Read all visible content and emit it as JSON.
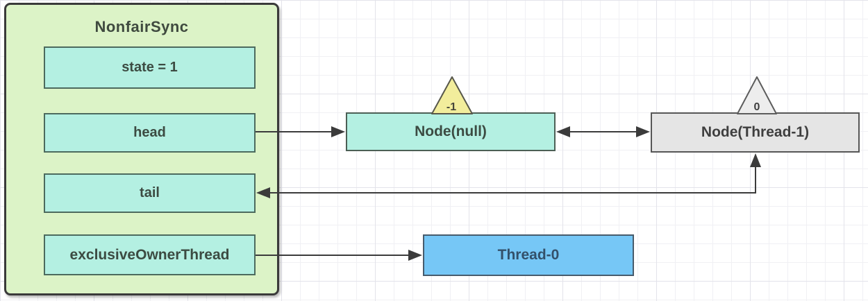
{
  "diagram": {
    "title_hint": "ReentrantLock AQS structure",
    "sync_panel": {
      "title": "NonfairSync",
      "fields": [
        {
          "id": "state",
          "label": "state = 1"
        },
        {
          "id": "head",
          "label": "head"
        },
        {
          "id": "tail",
          "label": "tail"
        },
        {
          "id": "exclusiveOwnerThread",
          "label": "exclusiveOwnerThread"
        }
      ]
    },
    "queue_nodes": [
      {
        "label": "Node(null)",
        "wait_status": "-1"
      },
      {
        "label": "Node(Thread-1)",
        "wait_status": "0"
      }
    ],
    "owner_thread": {
      "label": "Thread-0"
    },
    "edges": [
      {
        "from": "head",
        "to": "Node(null)",
        "style": "arrow-right"
      },
      {
        "from": "Node(null)",
        "to": "Node(Thread-1)",
        "style": "double-arrow"
      },
      {
        "from": "tail",
        "to": "Node(Thread-1)",
        "style": "double-arrow-orthogonal"
      },
      {
        "from": "exclusiveOwnerThread",
        "to": "Thread-0",
        "style": "arrow-right"
      }
    ],
    "colors": {
      "panel_fill": "#dcf3c7",
      "field_fill": "#b4f0e2",
      "node_fill": "#b4f0e2",
      "waiting_node_fill": "#e5e5e5",
      "thread_fill": "#76c7f6",
      "wait_status_neg_fill": "#f2ed9c",
      "wait_status_zero_fill": "#ededed",
      "line": "#3b3b3b"
    }
  }
}
